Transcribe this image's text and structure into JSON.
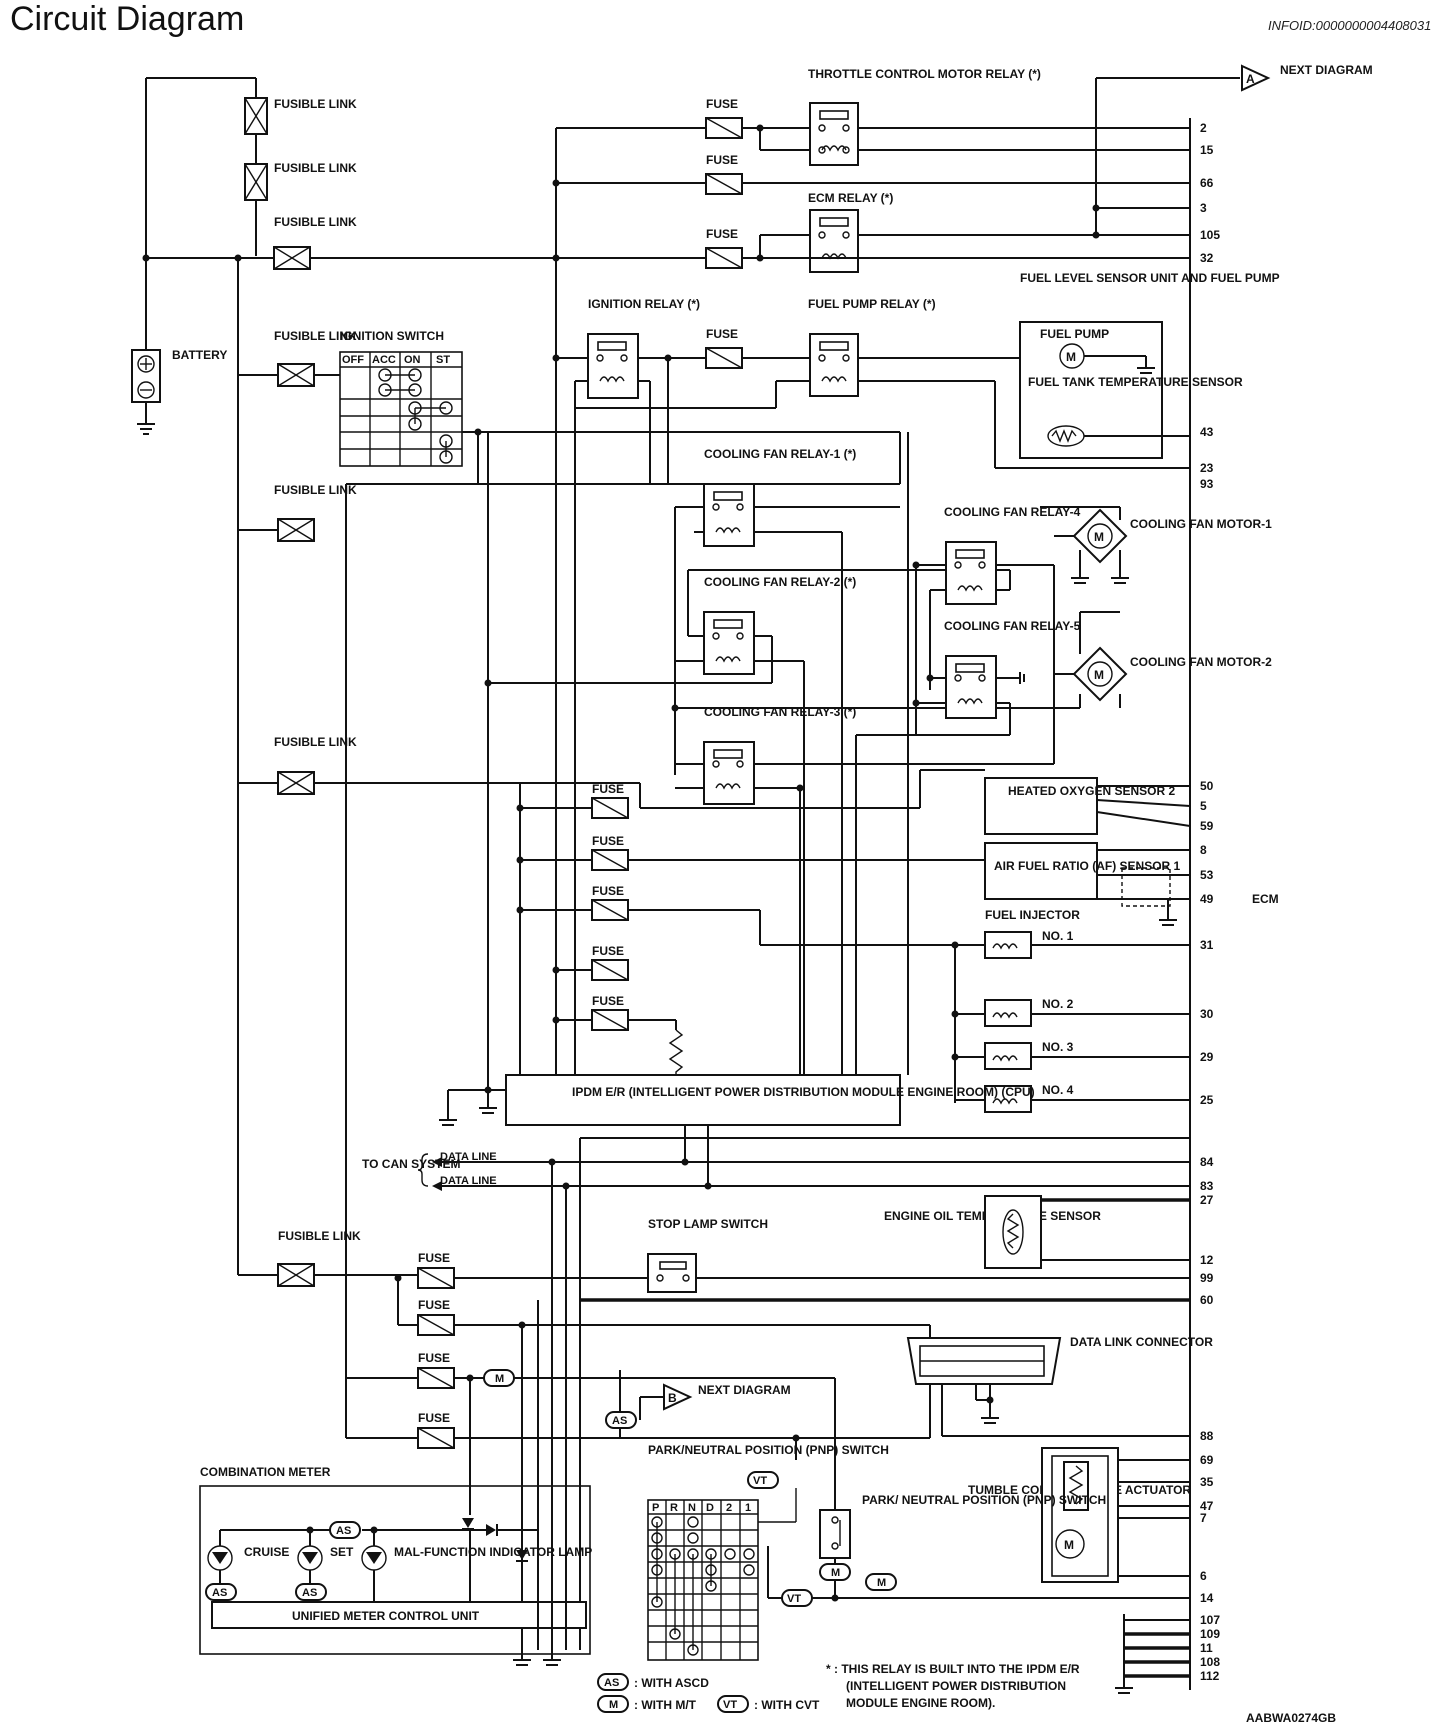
{
  "title": "Circuit Diagram",
  "info_id": "INFOID:0000000004408031",
  "image_code": "AABWA0274GB",
  "labels": {
    "fusible_link": "FUSIBLE LINK",
    "fuse": "FUSE",
    "battery": "BATTERY",
    "ignition_switch": "IGNITION SWITCH",
    "throttle_relay": "THROTTLE CONTROL MOTOR RELAY (*)",
    "ecm_relay": "ECM RELAY (*)",
    "ignition_relay": "IGNITION RELAY (*)",
    "fuel_pump_relay": "FUEL PUMP RELAY (*)",
    "fuel_level_unit": "FUEL LEVEL SENSOR UNIT AND FUEL PUMP",
    "fuel_pump": "FUEL PUMP",
    "fuel_tank_sensor": "FUEL TANK TEMPERATURE SENSOR",
    "cf_relay1": "COOLING FAN RELAY-1 (*)",
    "cf_relay2": "COOLING FAN RELAY-2 (*)",
    "cf_relay3": "COOLING FAN RELAY-3 (*)",
    "cf_relay4": "COOLING FAN RELAY-4",
    "cf_relay5": "COOLING FAN RELAY-5",
    "cf_motor1": "COOLING FAN MOTOR-1",
    "cf_motor2": "COOLING FAN MOTOR-2",
    "heated_o2": "HEATED OXYGEN SENSOR 2",
    "af_sensor": "AIR FUEL RATIO (AF) SENSOR 1",
    "fuel_injector": "FUEL INJECTOR",
    "no1": "NO. 1",
    "no2": "NO. 2",
    "no3": "NO. 3",
    "no4": "NO. 4",
    "ipdm": "IPDM E/R (INTELLIGENT POWER DISTRIBUTION MODULE ENGINE ROOM) (CPU)",
    "to_can": "TO CAN SYSTEM",
    "data_line": "DATA LINE",
    "ecm": "ECM",
    "next_diagram": "NEXT DIAGRAM",
    "connector_a": "A",
    "connector_b": "B",
    "stop_lamp": "STOP LAMP SWITCH",
    "engine_oil": "ENGINE OIL TEMPERATURE SENSOR",
    "data_link": "DATA LINK CONNECTOR",
    "combination_meter": "COMBINATION METER",
    "cruise": "CRUISE",
    "set": "SET",
    "mil": "MAL-FUNCTION INDICATOR LAMP",
    "umcu": "UNIFIED METER CONTROL UNIT",
    "pnp_switch_grid": "PARK/NEUTRAL POSITION (PNP) SWITCH",
    "pnp_switch": "PARK/ NEUTRAL POSITION (PNP) SWITCH",
    "tumble": "TUMBLE CONTROL VALVE ACTUATOR",
    "motor_m": "M",
    "tag_as": "AS",
    "tag_m": "M",
    "tag_vt": "VT",
    "legend_as": ": WITH ASCD",
    "legend_m": ": WITH M/T",
    "legend_vt": ": WITH CVT",
    "footnote_1": "* : THIS RELAY IS BUILT INTO THE IPDM E/R",
    "footnote_2": "(INTELLIGENT POWER DISTRIBUTION",
    "footnote_3": "MODULE ENGINE ROOM).",
    "ign_cols": [
      "OFF",
      "ACC",
      "ON",
      "ST"
    ],
    "pnp_cols": [
      "P",
      "R",
      "N",
      "D",
      "2",
      "1"
    ]
  },
  "ecm_pins": [
    "2",
    "15",
    "66",
    "3",
    "105",
    "32",
    "43",
    "23",
    "93",
    "50",
    "5",
    "59",
    "8",
    "53",
    "49",
    "31",
    "30",
    "29",
    "25",
    "84",
    "83",
    "27",
    "12",
    "99",
    "60",
    "88",
    "69",
    "35",
    "47",
    "7",
    "6",
    "14",
    "107",
    "109",
    "11",
    "108",
    "112"
  ]
}
